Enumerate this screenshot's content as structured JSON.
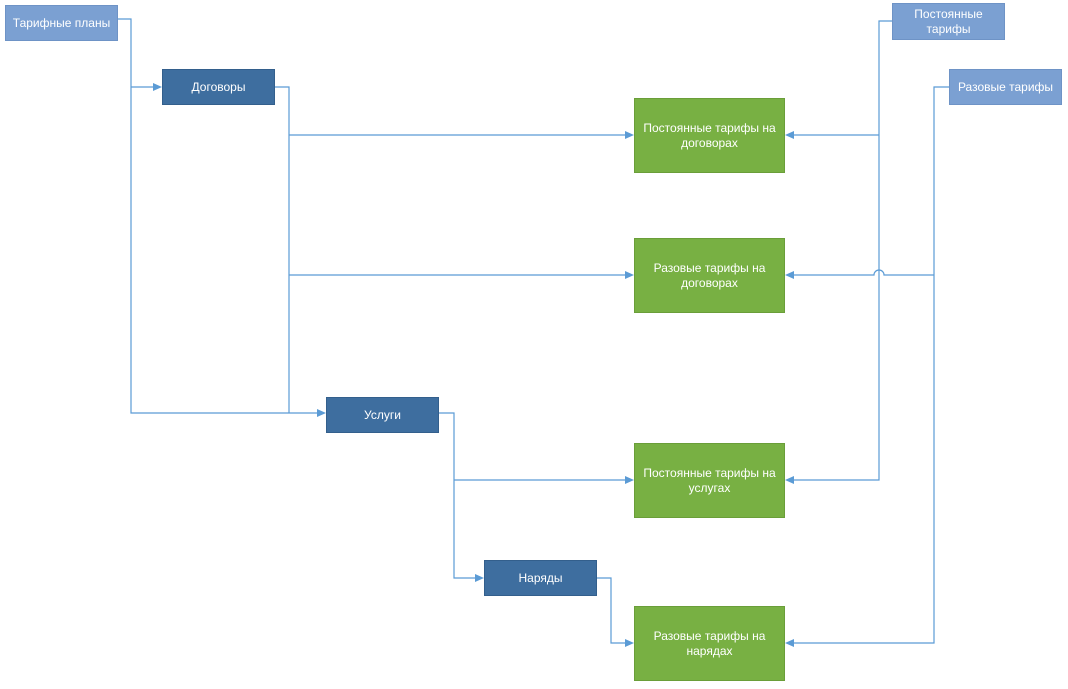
{
  "diagram": {
    "nodes": {
      "tariff_plans": "Тарифные планы",
      "contracts": "Договоры",
      "services": "Услуги",
      "orders": "Наряды",
      "permanent_tariffs": "Постоянные тарифы",
      "onetime_tariffs": "Разовые тарифы",
      "permanent_on_contracts": "Постоянные тарифы на договорах",
      "onetime_on_contracts": "Разовые тарифы на договорах",
      "permanent_on_services": "Постоянные тарифы на услугах",
      "onetime_on_orders": "Разовые тарифы на нарядах"
    },
    "colors": {
      "source_node": "#7ba0d2",
      "entity_node": "#3e6e9f",
      "result_node": "#78b043",
      "connector": "#5b9bd5"
    }
  }
}
